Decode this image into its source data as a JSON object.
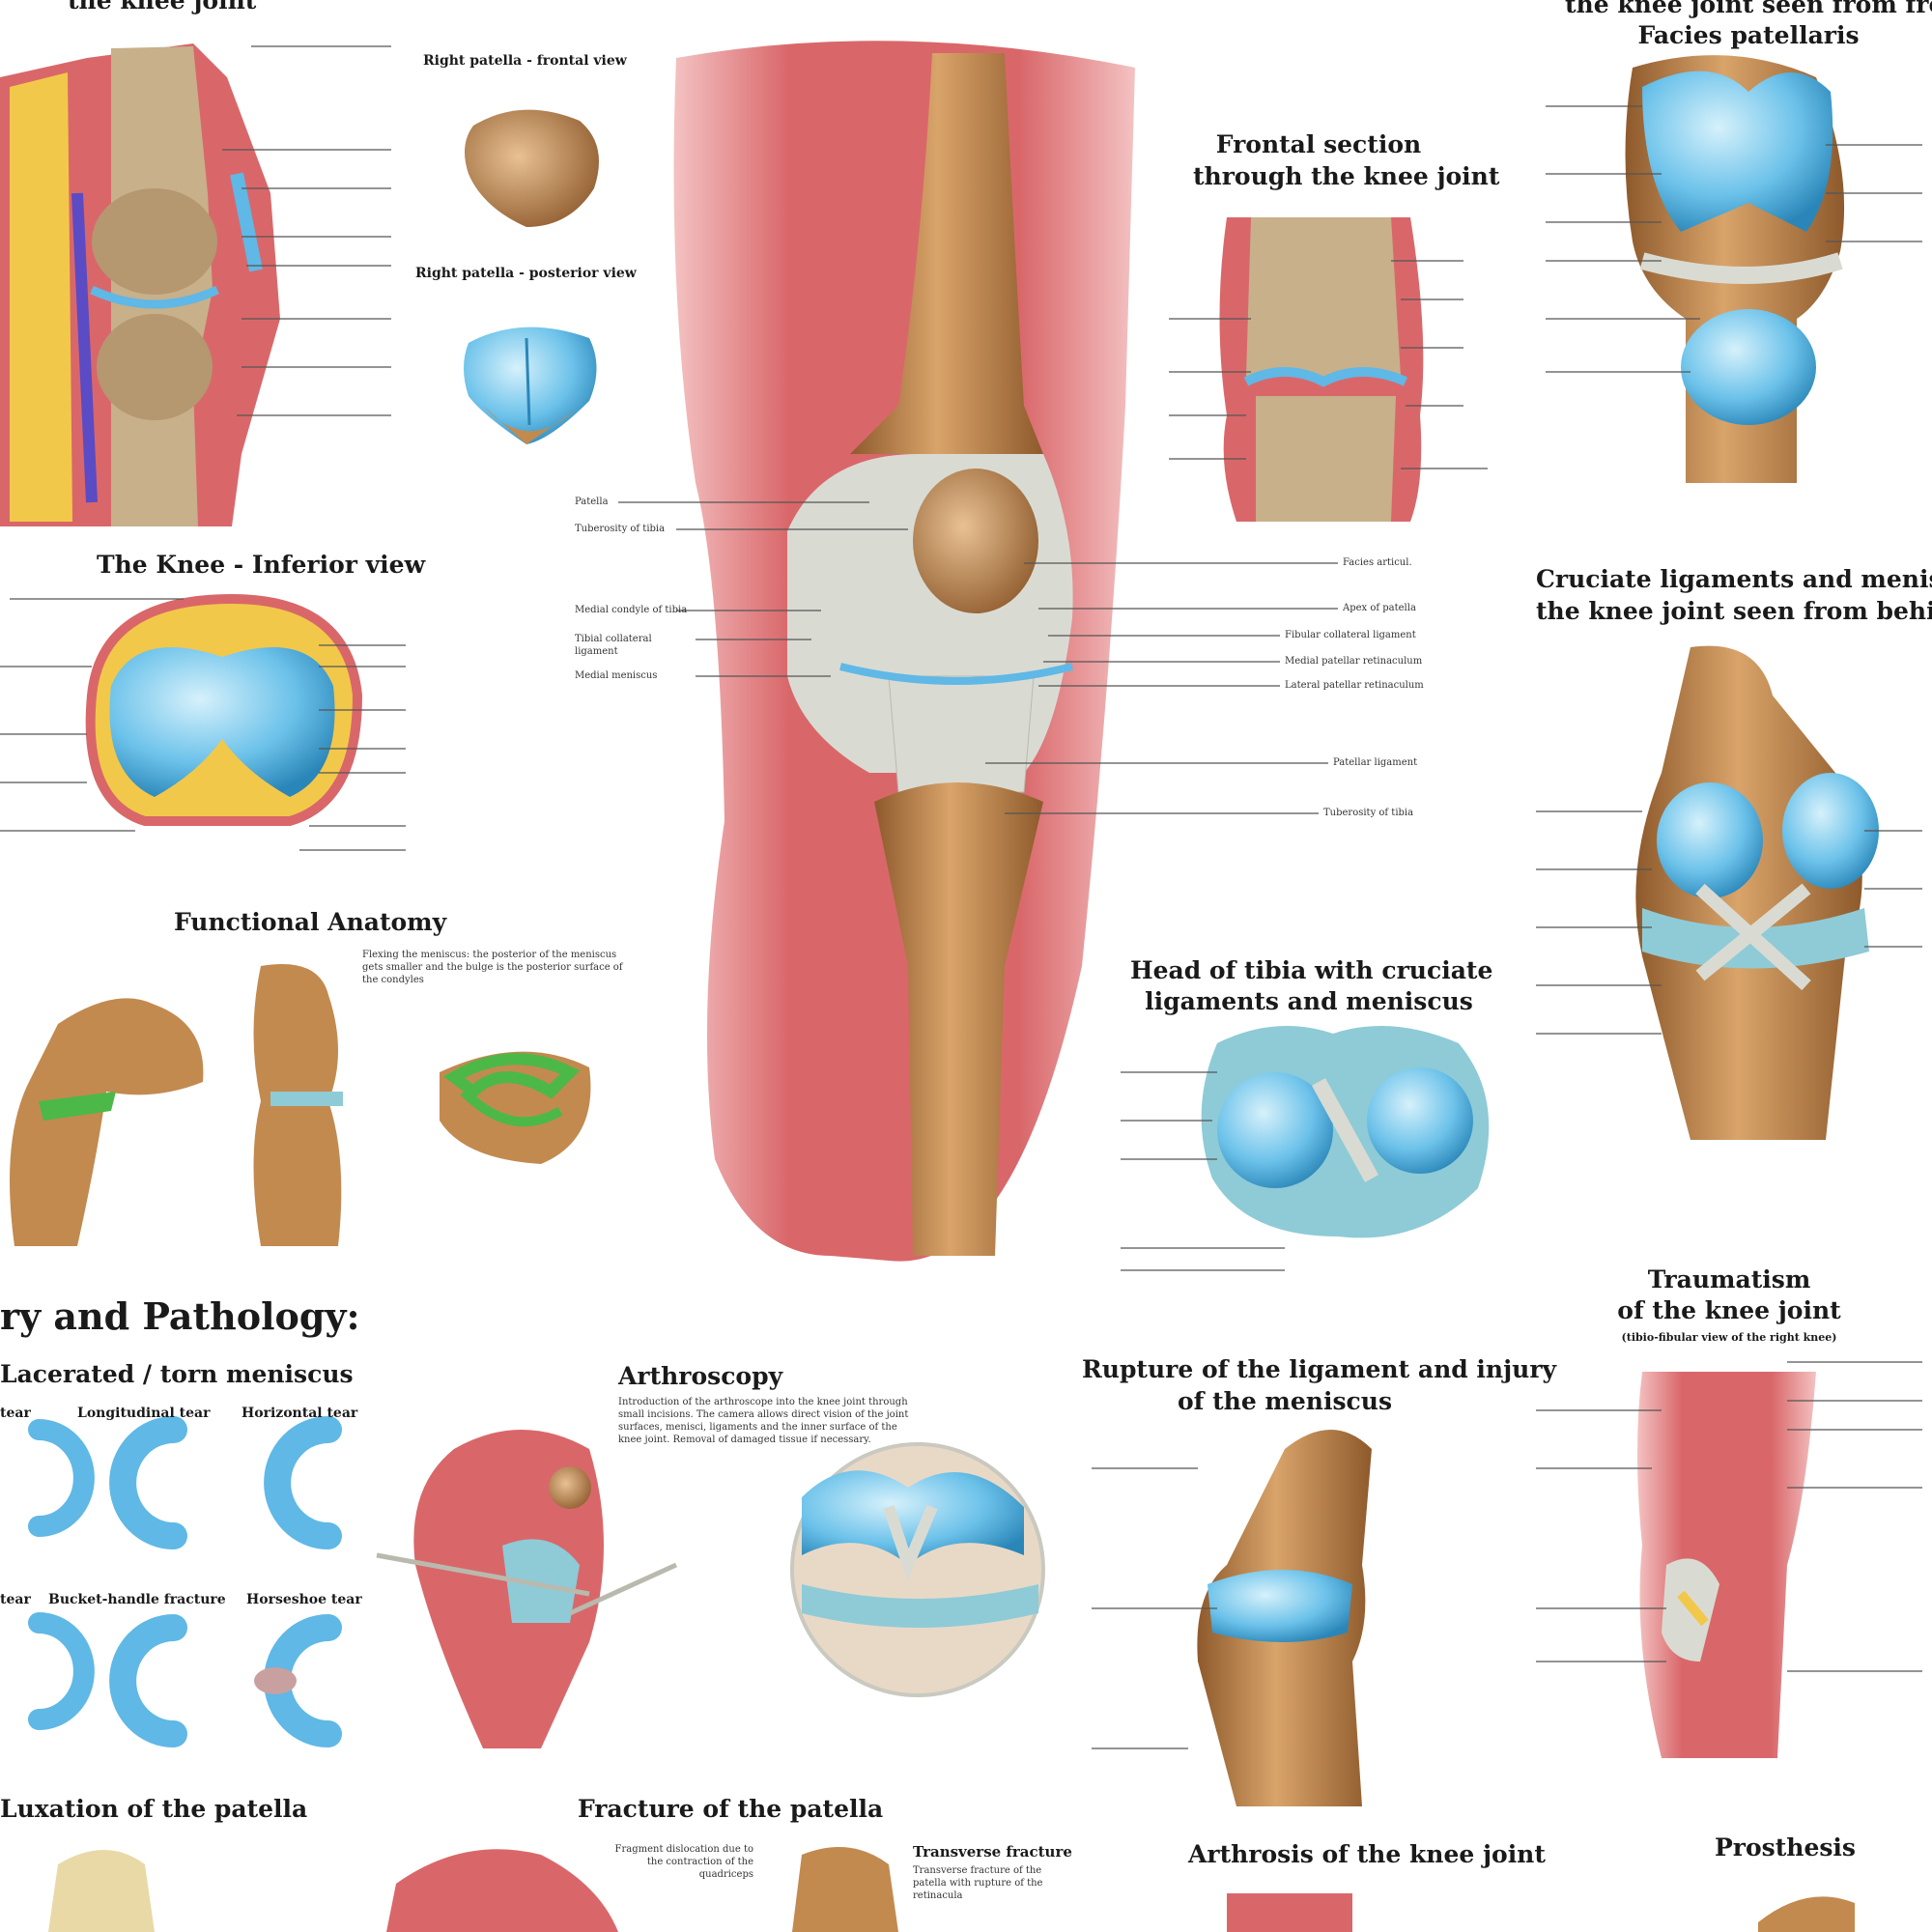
{
  "headings": {
    "sagittal": "the knee joint",
    "patella_frontal": "Right patella - frontal view",
    "patella_posterior": "Right patella - posterior view",
    "frontal_section": [
      "Frontal section",
      "through the knee joint"
    ],
    "front_view": [
      "the knee joint seen from front",
      "Facies patellaris"
    ],
    "inferior": "The Knee - Inferior view",
    "cruciate_behind": [
      "Cruciate ligaments and menisci of",
      "the knee joint seen from behind"
    ],
    "functional": "Functional Anatomy",
    "tibia_head": [
      "Head of tibia with cruciate",
      "ligaments and meniscus"
    ],
    "pathology": "ry and Pathology:",
    "meniscus": "Lacerated / torn meniscus",
    "arthroscopy": "Arthroscopy",
    "rupture": [
      "Rupture of the ligament and injury",
      "of the meniscus"
    ],
    "traumatism": [
      "Traumatism",
      "of the knee joint"
    ],
    "traumatism_sub": "(tibio-fibular view of the right knee)",
    "luxation": "Luxation of the patella",
    "fracture": "Fracture of the patella",
    "arthrosis": "Arthrosis of the knee joint",
    "prosthesis": "Prosthesis"
  },
  "tear_labels": [
    "tear",
    "Longitudinal tear",
    "Horizontal tear",
    "tear",
    "Bucket-handle fracture",
    "Horseshoe tear"
  ],
  "functional_text": "Flexing the meniscus: the posterior of the meniscus gets smaller and the bulge is the posterior surface of the condyles",
  "arthroscopy_text": "Introduction of the arthroscope into the knee joint through small incisions. The camera allows direct vision of the joint surfaces, menisci, ligaments and the inner surface of the knee joint. Removal of damaged tissue if necessary.",
  "fracture_texts": [
    "Fragment dislocation due to the contraction of the quadriceps",
    "Transverse fracture",
    "Transverse fracture of the patella with rupture of the retinacula"
  ],
  "main_labels_left": [
    "Patella",
    "Tuberosity of tibia",
    "Medial condyle of tibia",
    "Tibial collateral ligament",
    "Medial meniscus"
  ],
  "main_labels_right": [
    "Facies articul.",
    "Apex of patella",
    "Fibular collateral ligament",
    "Medial patellar retinaculum",
    "Lateral patellar retinaculum",
    "Patellar ligament",
    "Tuberosity of tibia"
  ],
  "colors": {
    "muscle": "#d9676a",
    "muscle_light": "#efa0a0",
    "bone": "#c28a4f",
    "bone_dark": "#8e5a2c",
    "cartilage": "#5fb8e6",
    "cartilage_light": "#b7e3f7",
    "ligament": "#d9dbd3",
    "fat": "#f2c84a",
    "green": "#4cb848"
  }
}
